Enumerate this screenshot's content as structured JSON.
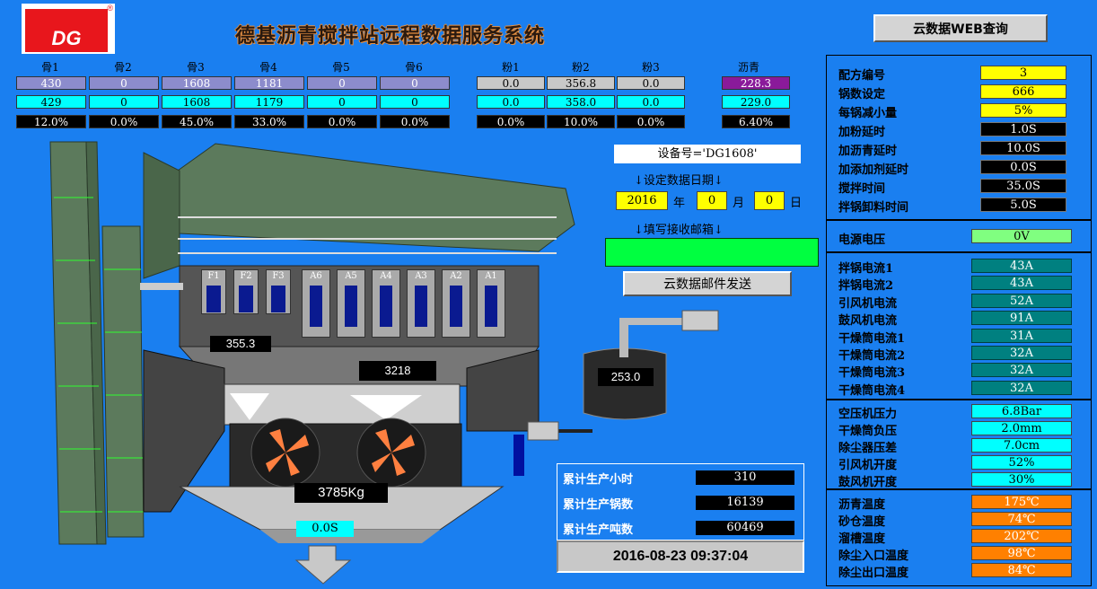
{
  "title": "德基沥青搅拌站远程数据服务系统",
  "logo_text": "DG",
  "logo_reg": "®",
  "web_query_button": "云数据WEB查询",
  "aggregates": [
    {
      "label": "骨1",
      "set": "430",
      "actual": "429",
      "pct": "12.0%"
    },
    {
      "label": "骨2",
      "set": "0",
      "actual": "0",
      "pct": "0.0%"
    },
    {
      "label": "骨3",
      "set": "1608",
      "actual": "1608",
      "pct": "45.0%"
    },
    {
      "label": "骨4",
      "set": "1181",
      "actual": "1179",
      "pct": "33.0%"
    },
    {
      "label": "骨5",
      "set": "0",
      "actual": "0",
      "pct": "0.0%"
    },
    {
      "label": "骨6",
      "set": "0",
      "actual": "0",
      "pct": "0.0%"
    }
  ],
  "powders": [
    {
      "label": "粉1",
      "set": "0.0",
      "actual": "0.0",
      "pct": "0.0%"
    },
    {
      "label": "粉2",
      "set": "356.8",
      "actual": "358.0",
      "pct": "10.0%"
    },
    {
      "label": "粉3",
      "set": "0.0",
      "actual": "0.0",
      "pct": "0.0%"
    }
  ],
  "asphalt": {
    "label": "沥青",
    "set": "228.3",
    "actual": "229.0",
    "pct": "6.40%"
  },
  "device_id": "设备号='DG1608'",
  "date_label": "↓设定数据日期↓",
  "date": {
    "year": "2016",
    "year_unit": "年",
    "month": "0",
    "month_unit": "月",
    "day": "0",
    "day_unit": "日"
  },
  "email_label": "↓填写接收邮箱↓",
  "email_value": "",
  "email_send_button": "云数据邮件发送",
  "plant": {
    "powder_bins": [
      "F1",
      "F2",
      "F3"
    ],
    "agg_bins": [
      "A6",
      "A5",
      "A4",
      "A3",
      "A2",
      "A1"
    ],
    "powder_weight": "355.3",
    "agg_weight": "3218",
    "asphalt_weight": "253.0",
    "mixer_weight": "3785Kg",
    "discharge_time": "0.0S"
  },
  "stats": [
    {
      "label": "累计生产小时",
      "value": "310"
    },
    {
      "label": "累计生产锅数",
      "value": "16139"
    },
    {
      "label": "累计生产吨数",
      "value": "60469"
    }
  ],
  "datetime": "2016-08-23 09:37:04",
  "recipe": [
    {
      "label": "配方编号",
      "value": "3",
      "style": "yellow"
    },
    {
      "label": "锅数设定",
      "value": "666",
      "style": "yellow"
    },
    {
      "label": "每锅减小量",
      "value": "5%",
      "style": "yellow"
    },
    {
      "label": "加粉延时",
      "value": "1.0S",
      "style": "black"
    },
    {
      "label": "加沥青延时",
      "value": "10.0S",
      "style": "black"
    },
    {
      "label": "加添加剂延时",
      "value": "0.0S",
      "style": "black"
    },
    {
      "label": "搅拌时间",
      "value": "35.0S",
      "style": "black"
    },
    {
      "label": "拌锅卸料时间",
      "value": "5.0S",
      "style": "black"
    }
  ],
  "voltage": {
    "label": "电源电压",
    "value": "0V"
  },
  "currents": [
    {
      "label": "拌锅电流1",
      "value": "43A"
    },
    {
      "label": "拌锅电流2",
      "value": "43A"
    },
    {
      "label": "引风机电流",
      "value": "52A"
    },
    {
      "label": "鼓风机电流",
      "value": "91A"
    },
    {
      "label": "干燥筒电流1",
      "value": "31A"
    },
    {
      "label": "干燥筒电流2",
      "value": "32A"
    },
    {
      "label": "干燥筒电流3",
      "value": "32A"
    },
    {
      "label": "干燥筒电流4",
      "value": "32A"
    }
  ],
  "pressures": [
    {
      "label": "空压机压力",
      "value": "6.8Bar"
    },
    {
      "label": "干燥筒负压",
      "value": "2.0mm"
    },
    {
      "label": "除尘器压差",
      "value": "7.0cm"
    },
    {
      "label": "引风机开度",
      "value": "52%"
    },
    {
      "label": "鼓风机开度",
      "value": "30%"
    }
  ],
  "temperatures": [
    {
      "label": "沥青温度",
      "value": "175℃"
    },
    {
      "label": "砂仓温度",
      "value": "74℃"
    },
    {
      "label": "溜槽温度",
      "value": "202℃"
    },
    {
      "label": "除尘入口温度",
      "value": "98℃"
    },
    {
      "label": "除尘出口温度",
      "value": "84℃"
    }
  ],
  "colors": {
    "background": "#1a7ff0",
    "yellow": "#ffff00",
    "cyan": "#00ffff",
    "teal": "#008080",
    "orange": "#ff8000",
    "purple": "#8a1a9a",
    "green": "#00ff40",
    "logo_red": "#e8161c"
  }
}
